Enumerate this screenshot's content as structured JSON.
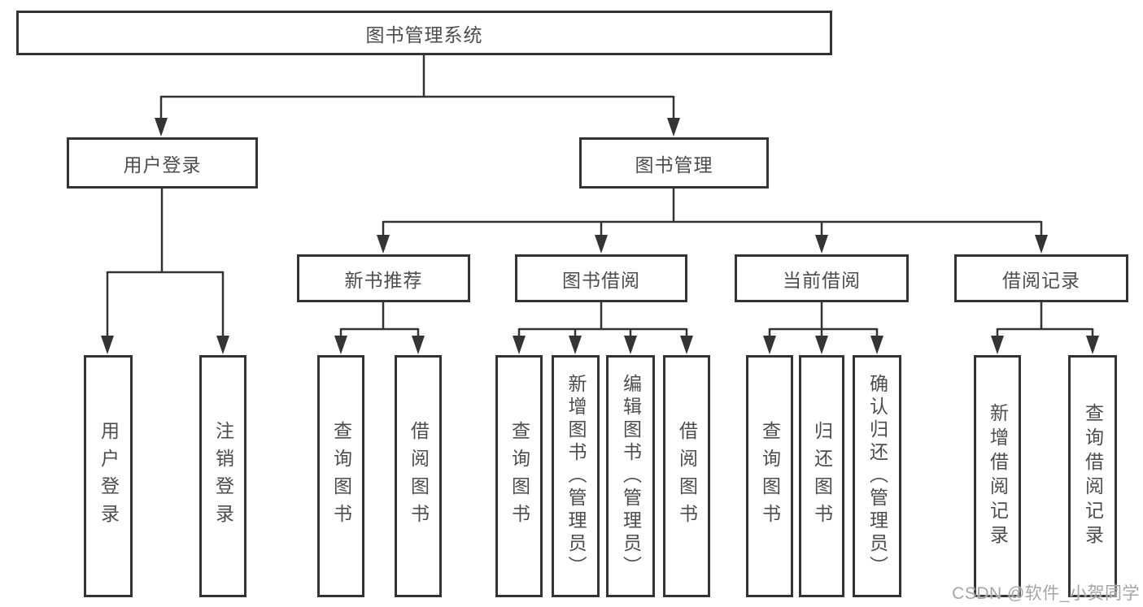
{
  "diagram": {
    "root": {
      "label": "图书管理系统"
    },
    "level2": {
      "user_login": {
        "label": "用户登录"
      },
      "book_management": {
        "label": "图书管理"
      }
    },
    "level3": {
      "new_book_recommend": {
        "label": "新书推荐"
      },
      "book_borrow": {
        "label": "图书借阅"
      },
      "current_borrow": {
        "label": "当前借阅"
      },
      "borrow_records": {
        "label": "借阅记录"
      }
    },
    "leaves": {
      "login": [
        "用户登录",
        "注销登录"
      ],
      "new_book_recommend": [
        "查询图书",
        "借阅图书"
      ],
      "book_borrow": [
        "查询图书",
        "新增图书（管理员）",
        "编辑图书（管理员）",
        "借阅图书"
      ],
      "current_borrow": [
        "查询图书",
        "归还图书",
        "确认归还（管理员）"
      ],
      "borrow_records": [
        "新增借阅记录",
        "查询借阅记录"
      ]
    }
  },
  "watermark": "CSDN @软件_小贺同学",
  "colors": {
    "line": "#343434",
    "text": "#4d4d4d",
    "watermark": "#a5a5a5",
    "background": "#ffffff"
  }
}
